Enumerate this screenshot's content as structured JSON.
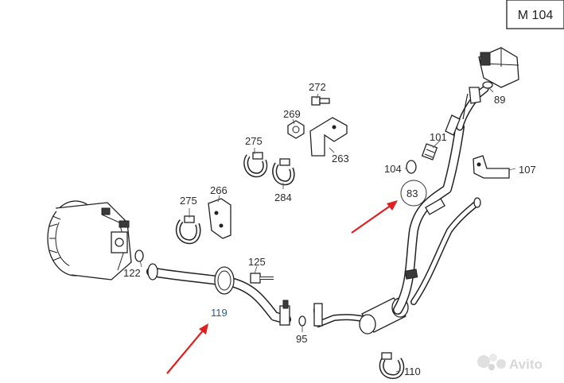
{
  "model_box": {
    "text": "M 104"
  },
  "parts": [
    {
      "id": "272",
      "label": "272"
    },
    {
      "id": "269",
      "label": "269"
    },
    {
      "id": "263",
      "label": "263"
    },
    {
      "id": "275a",
      "label": "275"
    },
    {
      "id": "284",
      "label": "284"
    },
    {
      "id": "266",
      "label": "266"
    },
    {
      "id": "275b",
      "label": "275"
    },
    {
      "id": "101",
      "label": "101"
    },
    {
      "id": "104",
      "label": "104"
    },
    {
      "id": "83",
      "label": "83"
    },
    {
      "id": "107",
      "label": "107"
    },
    {
      "id": "89",
      "label": "89"
    },
    {
      "id": "122",
      "label": "122"
    },
    {
      "id": "125",
      "label": "125"
    },
    {
      "id": "119",
      "label": "119"
    },
    {
      "id": "95",
      "label": "95"
    },
    {
      "id": "110",
      "label": "110"
    }
  ],
  "watermark": {
    "text": "Avito"
  },
  "colors": {
    "arrow": "#e02020",
    "label_highlight": "#2a5d8a",
    "line": "#222222"
  }
}
